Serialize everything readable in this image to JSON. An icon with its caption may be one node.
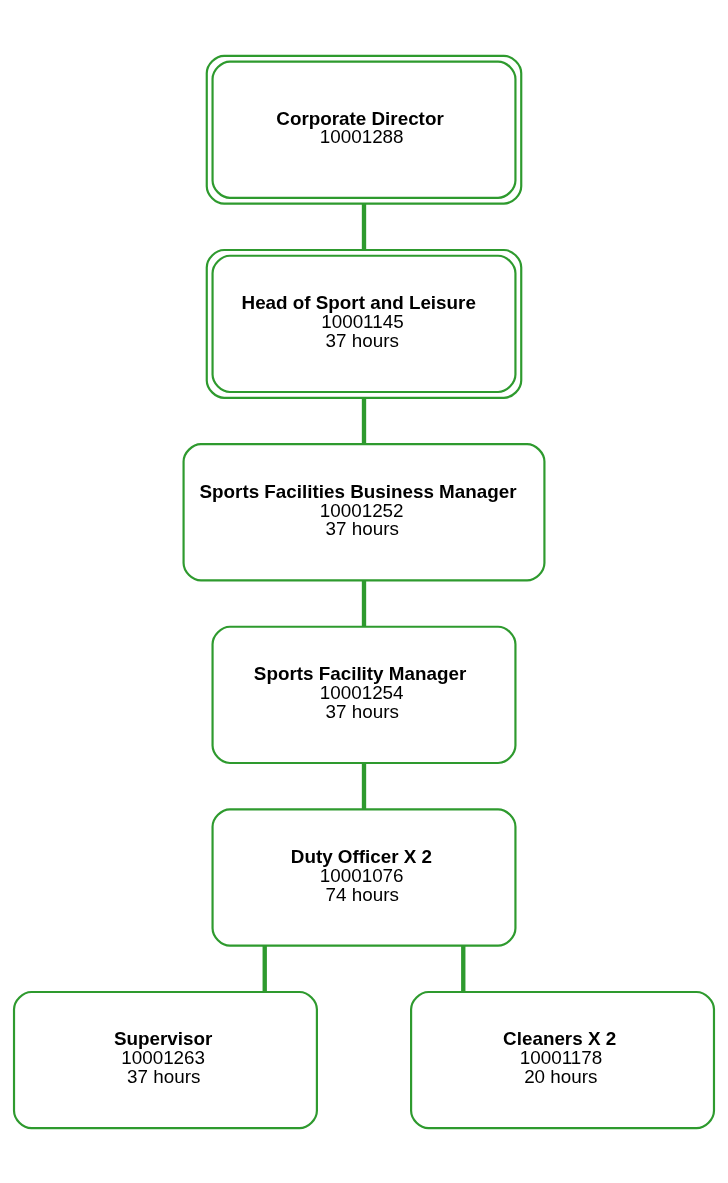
{
  "diagram": {
    "nodes": [
      {
        "text": [
          "Corporate Director",
          "10001288"
        ]
      },
      {
        "text": [
          "Head of Sport and Leisure",
          "10001145",
          "37 hours"
        ]
      },
      {
        "text": [
          "Sports Facilities Business Manager",
          "10001252",
          "37 hours"
        ]
      },
      {
        "text": [
          "Sports Facility Manager",
          "10001254",
          "37 hours"
        ]
      },
      {
        "text": [
          "Duty Officer X 2",
          "10001076",
          "74 hours"
        ]
      },
      {
        "text": [
          "Supervisor",
          "10001263",
          "37 hours"
        ]
      },
      {
        "text": [
          "Cleaners X 2",
          "10001178",
          "20 hours"
        ]
      }
    ],
    "edges": [
      {
        "from": 0,
        "to": 1,
        "arrow": "none"
      },
      {
        "from": 1,
        "to": 2,
        "arrow": "none"
      },
      {
        "from": 2,
        "to": 3,
        "arrow": "none"
      },
      {
        "from": 3,
        "to": 4,
        "arrow": "none"
      },
      {
        "from": 4,
        "to": 5,
        "arrow": "none"
      },
      {
        "from": 4,
        "to": 6,
        "arrow": "none"
      }
    ]
  }
}
